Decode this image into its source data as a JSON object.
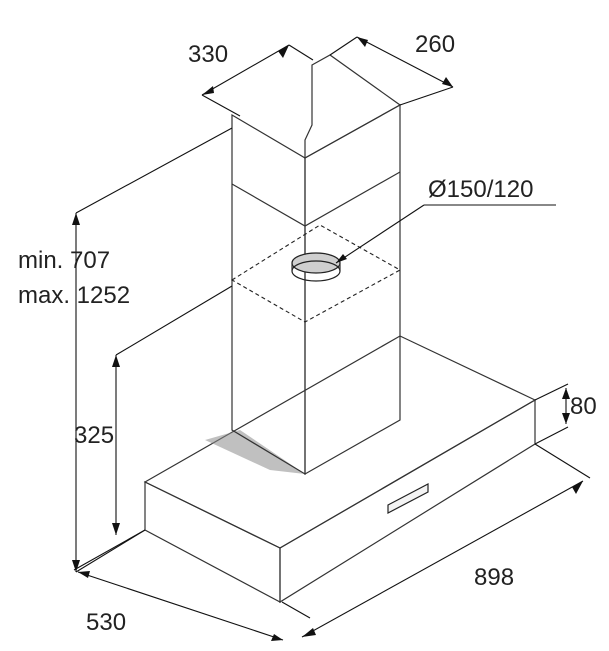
{
  "dimensions": {
    "chimney_width": "330",
    "chimney_depth": "260",
    "duct_diameter": "Ø150/120",
    "height_min": "min. 707",
    "height_max": "max. 1252",
    "canopy_height": "325",
    "body_height": "80",
    "hood_width": "898",
    "hood_depth": "530"
  },
  "colors": {
    "chimney_front": "#b5b5b5",
    "chimney_side": "#d4d4d4",
    "body_top": "#c9c9c9",
    "body_front": "#b0b0b0",
    "shadow": "#8a8a8a",
    "line": "#111111"
  }
}
